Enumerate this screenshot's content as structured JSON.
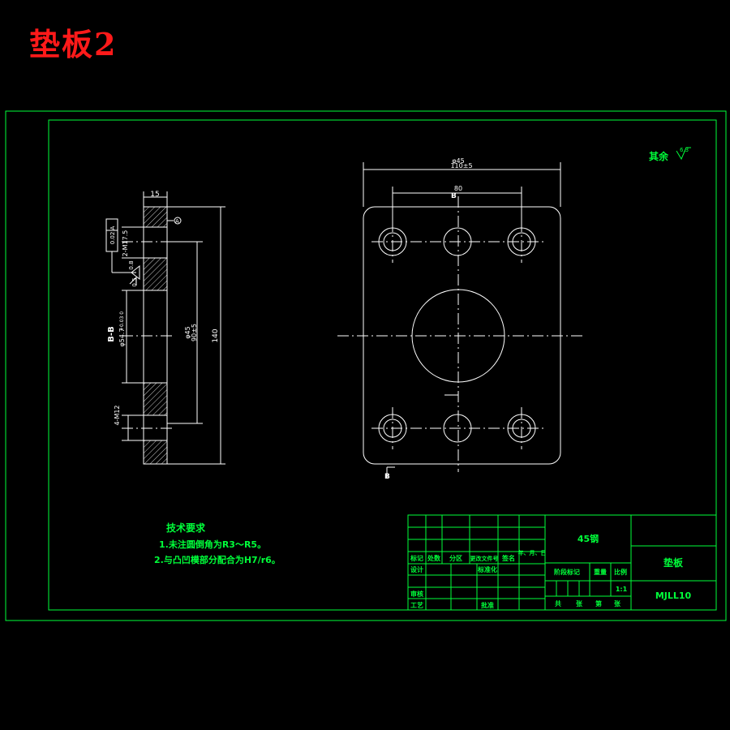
{
  "title": "垫板2",
  "top_note": {
    "label": "其余",
    "roughness": "6.3"
  },
  "dims": {
    "width_top1": "φ45",
    "width_top2": "110±5",
    "hole_spacing": "80",
    "section_mark_top": "B",
    "section_mark_bottom": "B",
    "side_thickness": "15",
    "datum": "A",
    "tolerance_box": "0.02 A",
    "thread_top": "2-M17.5",
    "chamfer1": "0.8",
    "chamfer2": "0.5",
    "section_label": "B-B",
    "bore_dia": "φ54.7",
    "bore_tol": "+0.03 0",
    "inner_dim": "φ45",
    "inner_dim2": "90±5",
    "height_total": "140",
    "thread_bottom": "4-M12"
  },
  "tech": {
    "heading": "技术要求",
    "line1": "1.未注圆倒角为R3～R5。",
    "line2": "2.与凸凹模部分配合为H7/r6。"
  },
  "title_block": {
    "material": "45钢",
    "part_name": "垫板",
    "drawing_no": "MJLL10",
    "scale": "1:1",
    "c_biaoji": "标记",
    "c_chushu": "处数",
    "c_fenqu": "分区",
    "c_gengai": "更改文件号",
    "c_qianming": "签名",
    "c_riqi": "年、月、日",
    "c_sheji": "设计",
    "c_biaozhunhua": "标准化",
    "c_jieduan": "阶段标记",
    "c_zhongliang": "重量",
    "c_bili": "比例",
    "c_shenhe": "审核",
    "c_gongyi": "工艺",
    "c_pizhun": "批准",
    "c_gong": "共",
    "c_zhang": "张",
    "c_di": "第",
    "c_zhang2": "张"
  }
}
